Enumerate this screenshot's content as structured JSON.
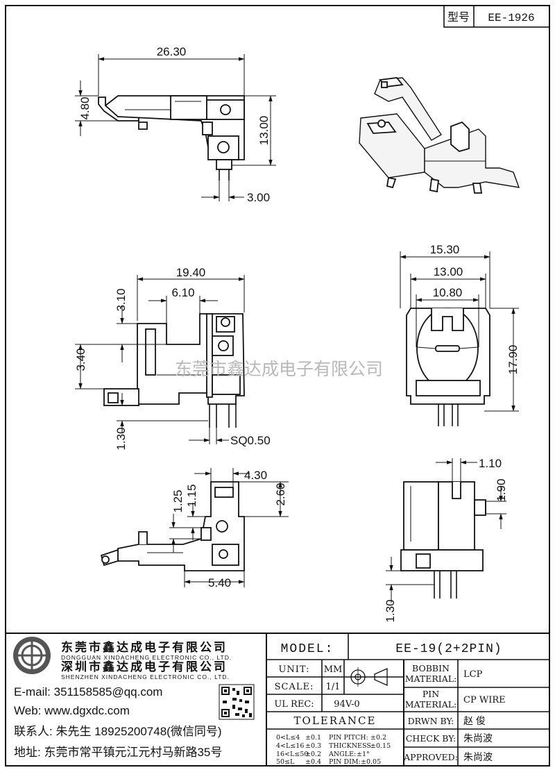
{
  "header": {
    "model_label": "型号",
    "model_value": "EE-1926"
  },
  "dimensions": {
    "top_view": {
      "width": "26.30",
      "left_height": "4.80",
      "right_height": "13.00",
      "pin_len": "3.00"
    },
    "front_view": {
      "width": "19.40",
      "h1": "3.10",
      "w2": "6.10",
      "h2": "3.40",
      "pin_len": "1.30",
      "pin_sq": "SQ0.50"
    },
    "side_view": {
      "w1": "15.30",
      "w2": "13.00",
      "w3": "10.80",
      "height": "17.90"
    },
    "bottom_view": {
      "w1": "4.30",
      "h1": "2.60",
      "h2": "1.25",
      "h3": "1.15",
      "w2": "5.40"
    },
    "detail_view": {
      "w1": "1.10",
      "h1": "1.90",
      "h2": "1.30"
    }
  },
  "watermark": "东莞市鑫达成电子有限公司",
  "company": {
    "name_dg": "东莞市鑫达成电子有限公司",
    "en_dg": "DONGGUAN XINDACHENG ELECTRONIC CO., LTD.",
    "name_sz": "深圳市鑫达成电子有限公司",
    "en_sz": "SHENZHEN XINDACHENG ELECTRONIC CO., LTD.",
    "email": "E-mail: 351158585@qq.com",
    "web": "Web: www.dgxdc.com",
    "contact": "联系人: 朱先生 18925200748(微信同号)",
    "address": "地址: 东莞市常平镇元江元村马新路35号"
  },
  "title_block": {
    "model_label": "MODEL:",
    "model_value": "EE-19(2+2PIN)",
    "unit_label": "UNIT:",
    "unit_value": "MM",
    "scale_label": "SCALE:",
    "scale_value": "1/1",
    "ul_label": "UL REC:",
    "ul_value": "94V-0",
    "tolerance_label": "TOLERANCE",
    "tol_rows": [
      {
        "range": "0<L≤4",
        "tol": "±0.1",
        "key": "PIN PITCH:",
        "val": "±0.2"
      },
      {
        "range": "4<L≤16",
        "tol": "±0.3",
        "key": "THICKNESS:",
        "val": "±0.15"
      },
      {
        "range": "16<L≤50",
        "tol": "±0.2",
        "key": "ANGLE:",
        "val": "±1°"
      },
      {
        "range": "50≤L",
        "tol": "±0.4",
        "key": "PIN DIM:",
        "val": "±0.05"
      }
    ],
    "bobbin_label_1": "BOBBIN",
    "bobbin_label_2": "MATERIAL:",
    "bobbin_value": "LCP",
    "pin_label_1": "PIN",
    "pin_label_2": "MATERIAL:",
    "pin_value": "CP WIRE",
    "drawn_label": "DRWN BY:",
    "drawn_value": "赵  俊",
    "check_label": "CHECK BY:",
    "check_value": "朱尚波",
    "approved_label": "APPROVED:",
    "approved_value": "朱尚波"
  }
}
